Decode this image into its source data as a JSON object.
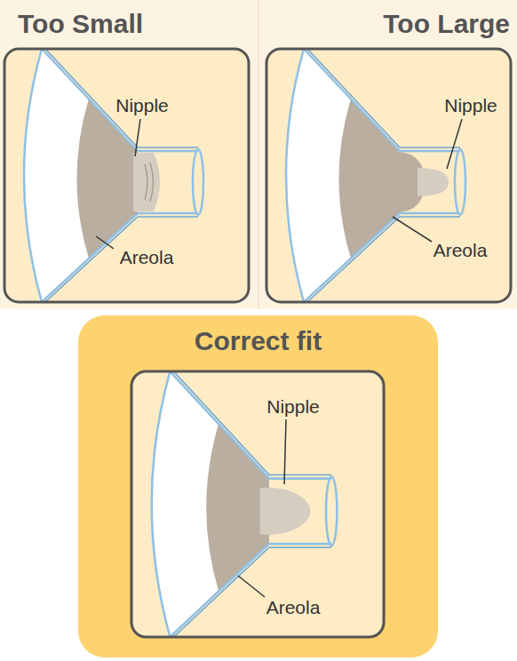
{
  "diagram": {
    "nodes": [
      {
        "text": [
          "Too Small"
        ]
      },
      {
        "text": [
          "Too Large"
        ]
      },
      {
        "text": [
          "Correct fit"
        ]
      }
    ],
    "labels": [
      "Nipple",
      "Areola",
      "Nipple",
      "Areola",
      "Nipple",
      "Areola"
    ]
  }
}
